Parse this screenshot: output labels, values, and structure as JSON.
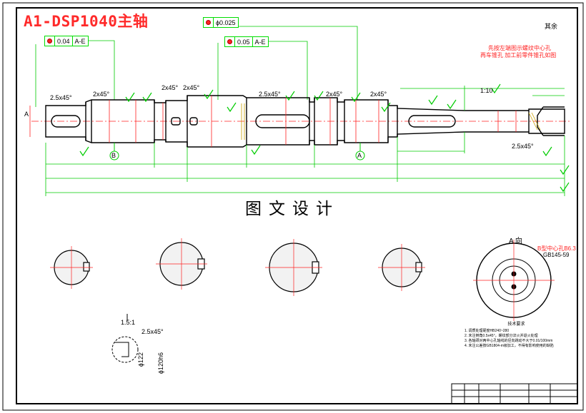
{
  "drawing": {
    "title": "A1-DSP1040主轴",
    "watermark": "图文设计",
    "roughness_note": "其余 ",
    "tolerances": [
      {
        "symbol": "circular-runout",
        "value": "0.04",
        "datum": "A-E"
      },
      {
        "symbol": "cylindricity",
        "value": "ϕ0.025",
        "datum": ""
      },
      {
        "symbol": "circular-runout",
        "value": "0.05",
        "datum": "A-E"
      }
    ],
    "chamfers": [
      "2.5x45°",
      "2x45°",
      "2x45°",
      "2x45°",
      "2.5x45°",
      "2x45°",
      "2x45°",
      "2.5x45°"
    ],
    "datum_labels": [
      "B",
      "A"
    ],
    "taper_label": "1:10",
    "section_letter": "A",
    "red_note_line1": "先按左端图示螺纹中心孔",
    "red_note_line2": "再车锥孔 加工前零件锥孔如图",
    "view_a": {
      "label": "A 向",
      "center_hole": "B型中心孔B6.3",
      "standard": "GB145-59"
    },
    "detail": {
      "scale": "1.5:1",
      "chamfer": "2.5x45°",
      "dims": [
        "ϕ122",
        "ϕ120h6"
      ]
    },
    "tech_notes": {
      "title": "技术要求",
      "lines": [
        "1. 调质处理硬度HB240~280",
        "2. 未注倒角0.5x45°，螺纹部分淬火并退火处理",
        "3. 各轴颈对两中心孔轴线的径向跳动不大于0.01/100mm",
        "4. 未注公差按GB1804-m级加工，不得有影响使用的缺陷"
      ]
    }
  }
}
